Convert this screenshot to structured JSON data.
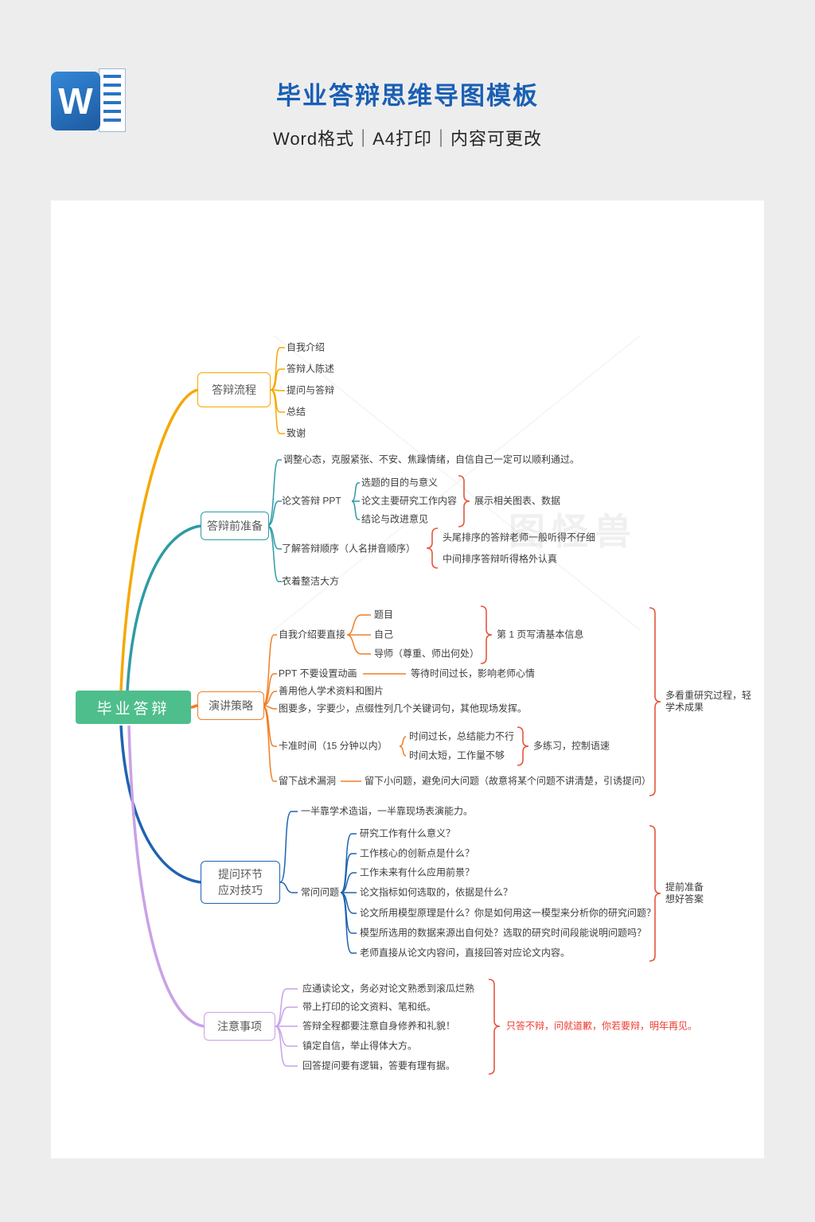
{
  "header": {
    "word_letter": "W",
    "title": "毕业答辩思维导图模板",
    "subtitle": "Word格式｜A4打印｜内容可更改"
  },
  "watermark": "图怪兽",
  "colors": {
    "title_blue": "#1A5FB4",
    "root_green": "#4FBE8D",
    "branch1_yellow": "#F5A800",
    "branch2_teal": "#2E9BA6",
    "branch3_orange": "#F07E26",
    "branch4_blue": "#1E63B0",
    "branch5_purple": "#C9A2E6",
    "brace_red": "#E4573D",
    "warning_red": "#F03B30"
  },
  "root": {
    "label": "毕业答辩"
  },
  "b1": {
    "label": "答辩流程",
    "items": [
      "自我介绍",
      "答辩人陈述",
      "提问与答辩",
      "总结",
      "致谢"
    ]
  },
  "b2": {
    "label": "答辩前准备",
    "item1": "调整心态，克服紧张、不安、焦躁情绪，自信自己一定可以顺利通过。",
    "item2": "论文答辩 PPT",
    "item2_subs": [
      "选题的目的与意义",
      "论文主要研究工作内容",
      "结论与改进意见"
    ],
    "item2_summary": "展示相关图表、数据",
    "item3": "了解答辩顺序（人名拼音顺序）",
    "item3_subs": [
      "头尾排序的答辩老师一般听得不仔细",
      "中间排序答辩听得格外认真"
    ],
    "item4": "衣着整洁大方"
  },
  "b3": {
    "label": "演讲策略",
    "item1": "自我介绍要直接",
    "item1_subs": [
      "题目",
      "自己",
      "导师（尊重、师出何处）"
    ],
    "item1_summary": "第 1 页写清基本信息",
    "item2": "PPT 不要设置动画",
    "item2_note": "等待时间过长，影响老师心情",
    "item3": "善用他人学术资料和图片",
    "item4": "图要多，字要少，点缀性列几个关键词句，其他现场发挥。",
    "item5": "卡准时间（15 分钟以内）",
    "item5_subs": [
      "时间过长，总结能力不行",
      "时间太短，工作量不够"
    ],
    "item5_summary": "多练习，控制语速",
    "item6": "留下战术漏洞",
    "item6_note": "留下小问题，避免问大问题（故意将某个问题不讲清楚，引诱提问）",
    "summary": "多看重研究过程，轻学术成果"
  },
  "b4": {
    "label": "提问环节应对技巧",
    "item1": "一半靠学术造诣，一半靠现场表演能力。",
    "item2": "常问问题",
    "questions": [
      "研究工作有什么意义？",
      "工作核心的创新点是什么？",
      "工作未来有什么应用前景？",
      "论文指标如何选取的，依据是什么？",
      "论文所用模型原理是什么？你是如何用这一模型来分析你的研究问题？",
      "模型所选用的数据来源出自何处？选取的研究时间段能说明问题吗？",
      "老师直接从论文内容问，直接回答对应论文内容。"
    ],
    "summary": "提前准备想好答案"
  },
  "b5": {
    "label": "注意事项",
    "items": [
      "应通读论文，务必对论文熟悉到滚瓜烂熟",
      "带上打印的论文资料、笔和纸。",
      "答辩全程都要注意自身修养和礼貌！",
      "镇定自信，举止得体大方。",
      "回答提问要有逻辑，答要有理有据。"
    ],
    "summary": "只答不辩，问就道歉，你若要辩，明年再见。"
  }
}
